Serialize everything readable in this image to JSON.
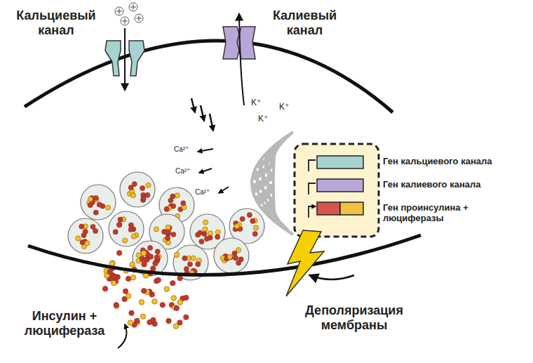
{
  "diagram": {
    "labels": [
      "Кальциевый канал",
      "Калиевый канал",
      "K⁺",
      "K⁺",
      "K⁺",
      "Ca²⁺",
      "Ca²⁺",
      "Ca²⁺",
      "Ген кальциевого канала",
      "Ген калиевого канала",
      "Ген проинсулина + люциферазы",
      "Инсулин + люцифераза",
      "Деполяризация мембраны"
    ]
  }
}
